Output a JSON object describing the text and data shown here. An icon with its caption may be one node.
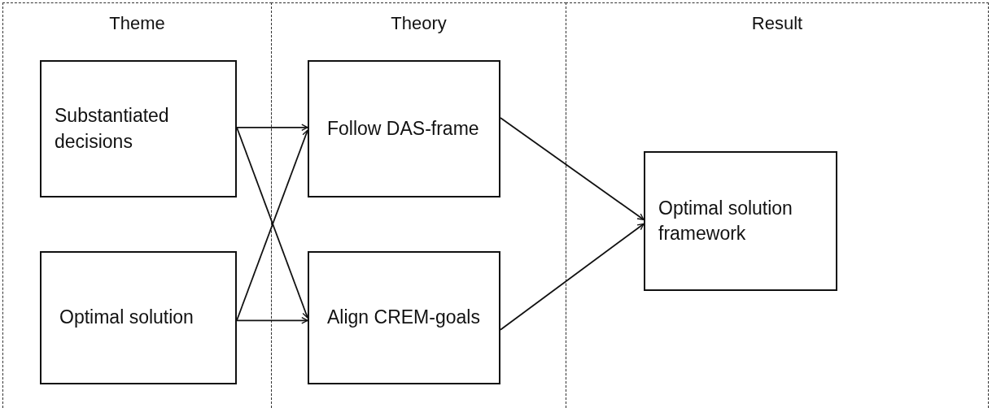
{
  "diagram": {
    "nodes": [
      {
        "text": [
          "Theme"
        ]
      },
      {
        "text": [
          "Substantiated decisions"
        ],
        "in": 0
      },
      {
        "text": [
          "Optimal solution"
        ],
        "in": 0
      },
      {
        "text": [
          "Theory"
        ]
      },
      {
        "text": [
          "Follow DAS-frame"
        ],
        "in": 3
      },
      {
        "text": [
          "Align CREM-goals"
        ],
        "in": 3
      },
      {
        "text": [
          "Result"
        ]
      },
      {
        "text": [
          "Optimal solution framework"
        ],
        "in": 6
      }
    ],
    "edges": [
      {
        "from": 1,
        "to": 4,
        "arrow": "to"
      },
      {
        "from": 1,
        "to": 5,
        "arrow": "to"
      },
      {
        "from": 2,
        "to": 4,
        "arrow": "to"
      },
      {
        "from": 2,
        "to": 5,
        "arrow": "to"
      },
      {
        "from": 4,
        "to": 7,
        "arrow": "to"
      },
      {
        "from": 5,
        "to": 7,
        "arrow": "to"
      }
    ]
  }
}
